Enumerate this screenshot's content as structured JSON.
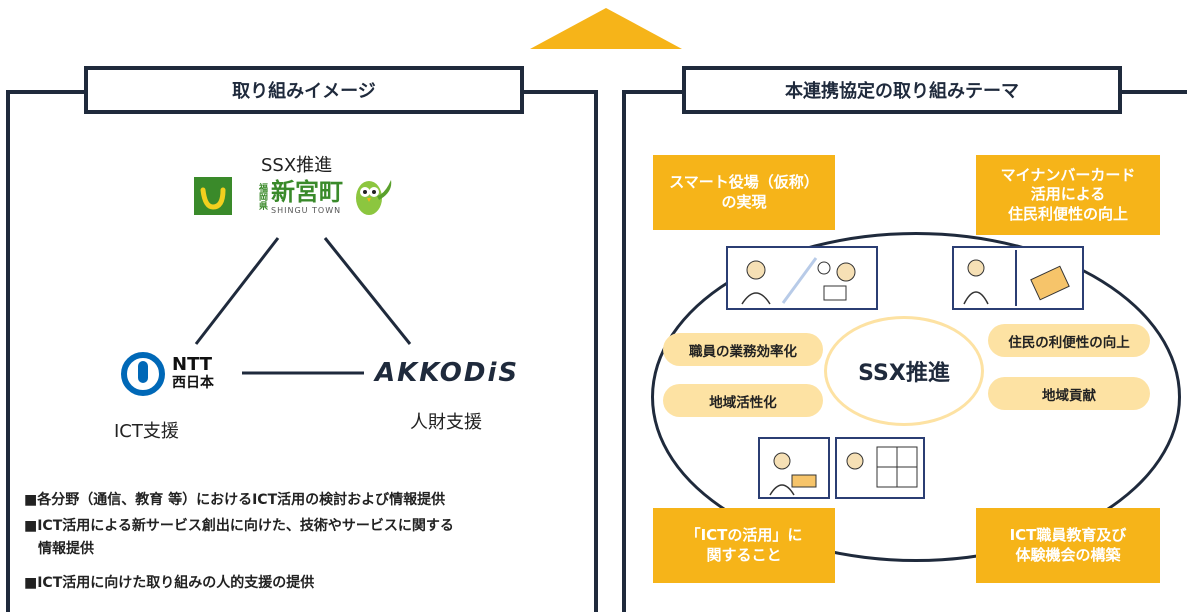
{
  "left_panel": {
    "title": "取り組みイメージ",
    "top_label": "SSX推進",
    "shingu_logo": {
      "vertical_text": "福岡県",
      "main_text": "新宮町",
      "sub_text": "SHINGU TOWN"
    },
    "ntt_logo": {
      "line1": "NTT",
      "line2": "西日本"
    },
    "akkodis_logo": "AKKODiS",
    "ict_label": "ICT支援",
    "hr_label": "人財支援",
    "bullets": [
      "■各分野（通信、教育 等）におけるICT活用の検討および情報提供",
      "■ICT活用による新サービス創出に向けた、技術やサービスに関する",
      "情報提供",
      "■ICT活用に向けた取り組みの人的支援の提供"
    ]
  },
  "right_panel": {
    "title": "本連携協定の取り組みテーマ",
    "center_label": "SSX推進",
    "themes": {
      "top_left": [
        "スマート役場（仮称）",
        "の実現"
      ],
      "top_right": [
        "マイナンバーカード",
        "活用による",
        "住民利便性の向上"
      ],
      "bottom_left": [
        "「ICTの活用」に",
        "関すること"
      ],
      "bottom_right": [
        "ICT職員教育及び",
        "体験機会の構築"
      ]
    },
    "pills": {
      "left_1": "職員の業務効率化",
      "left_2": "地域活性化",
      "right_1": "住民の利便性の向上",
      "right_2": "地域貢献"
    }
  },
  "colors": {
    "accent": "#f6b419",
    "navy": "#1f2a3c",
    "pill": "#fde2a3",
    "ntt_blue": "#0068b7",
    "shingu_green": "#3a8a2a"
  }
}
